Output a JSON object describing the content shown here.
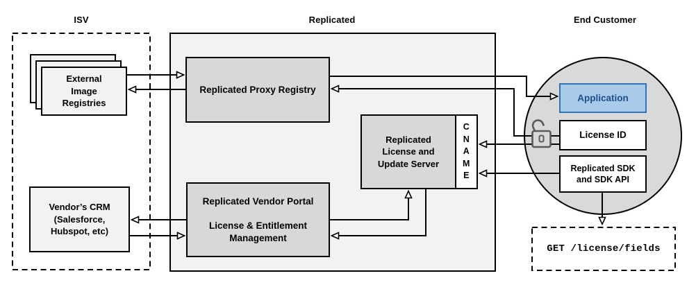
{
  "columns": {
    "isv": "ISV",
    "replicated": "Replicated",
    "end_customer": "End Customer"
  },
  "nodes": {
    "external_registries": "External\nImage\nRegistries",
    "vendors_crm": "Vendor’s CRM\n(Salesforce,\nHubspot, etc)",
    "proxy_registry": "Replicated Proxy Registry",
    "license_update_server": "Replicated\nLicense and\nUpdate Server",
    "cname": "C\nN\nA\nM\nE",
    "vendor_portal": "Replicated Vendor Portal\n\nLicense & Entitlement\nManagement",
    "application": "Application",
    "license_id": "License ID",
    "replicated_sdk": "Replicated SDK\nand SDK API",
    "get_license_fields": "GET /license/fields"
  },
  "icons": {
    "lock_icon": "open-padlock",
    "arrowhead_icon": "hollow-triangle-arrow"
  },
  "edges": [
    {
      "from": "external_registries",
      "to": "proxy_registry"
    },
    {
      "from": "proxy_registry",
      "to": "external_registries"
    },
    {
      "from": "proxy_registry",
      "to": "application"
    },
    {
      "from": "license_id",
      "to": "proxy_registry"
    },
    {
      "from": "license_id",
      "to": "cname"
    },
    {
      "from": "replicated_sdk",
      "to": "cname"
    },
    {
      "from": "vendor_portal",
      "to": "license_update_server"
    },
    {
      "from": "license_update_server",
      "to": "vendor_portal"
    },
    {
      "from": "vendor_portal",
      "to": "vendors_crm"
    },
    {
      "from": "vendors_crm",
      "to": "vendor_portal"
    },
    {
      "from": "replicated_sdk",
      "to": "get_license_fields"
    }
  ],
  "colors": {
    "application_fill": "#a9cbe9",
    "application_border": "#2e74b5",
    "application_text": "#1f4e8c",
    "inner_node_fill": "#d8d8d8",
    "container_fill": "#f2f2f2",
    "circle_fill": "#d9d9d9",
    "stroke": "#000000",
    "lock_stroke": "#595959"
  }
}
